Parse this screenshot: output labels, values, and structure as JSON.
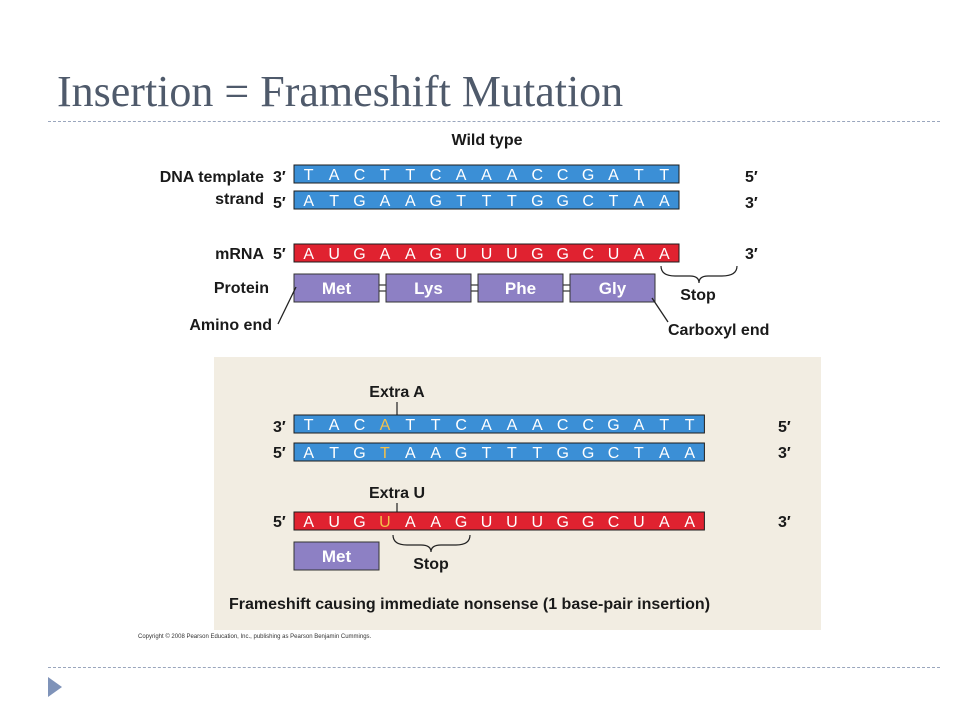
{
  "slide": {
    "title": "Insertion = Frameshift Mutation"
  },
  "figure": {
    "wild_type_title": "Wild type",
    "dna_template_label_line1": "DNA template",
    "dna_template_label_line2": "strand",
    "mrna_label": "mRNA",
    "protein_label": "Protein",
    "amino_end_label": "Amino end",
    "carboxyl_end_label": "Carboxyl end",
    "stop_label": "Stop",
    "prime3": "3′",
    "prime5": "5′",
    "wild": {
      "template": [
        "T",
        "A",
        "C",
        "T",
        "T",
        "C",
        "A",
        "A",
        "A",
        "C",
        "C",
        "G",
        "A",
        "T",
        "T"
      ],
      "coding": [
        "A",
        "T",
        "G",
        "A",
        "A",
        "G",
        "T",
        "T",
        "T",
        "G",
        "G",
        "C",
        "T",
        "A",
        "A"
      ],
      "mrna": [
        "A",
        "U",
        "G",
        "A",
        "A",
        "G",
        "U",
        "U",
        "U",
        "G",
        "G",
        "C",
        "U",
        "A",
        "A"
      ],
      "protein": [
        "Met",
        "Lys",
        "Phe",
        "Gly"
      ]
    },
    "mutant": {
      "extra_a_label": "Extra A",
      "extra_u_label": "Extra U",
      "inserted_index": 3,
      "template": [
        "T",
        "A",
        "C",
        "A",
        "T",
        "T",
        "C",
        "A",
        "A",
        "A",
        "C",
        "C",
        "G",
        "A",
        "T",
        "T"
      ],
      "coding": [
        "A",
        "T",
        "G",
        "T",
        "A",
        "A",
        "G",
        "T",
        "T",
        "T",
        "G",
        "G",
        "C",
        "T",
        "A",
        "A"
      ],
      "mrna": [
        "A",
        "U",
        "G",
        "U",
        "A",
        "A",
        "G",
        "U",
        "U",
        "U",
        "G",
        "G",
        "C",
        "U",
        "A",
        "A"
      ],
      "protein": [
        "Met"
      ],
      "caption": "Frameshift causing immediate nonsense (1 base-pair insertion)"
    },
    "copyright": "Copyright © 2008 Pearson Education, Inc., publishing as Pearson Benjamin Cummings."
  },
  "colors": {
    "title": "#4f5a6b",
    "dna_strand": "#3b8fd6",
    "mrna_strand": "#e02230",
    "protein_box": "#8d80c4",
    "mutant_panel": "#f2ede2",
    "inserted_base": "#f3c14b",
    "bullet": "#7f93b9"
  }
}
